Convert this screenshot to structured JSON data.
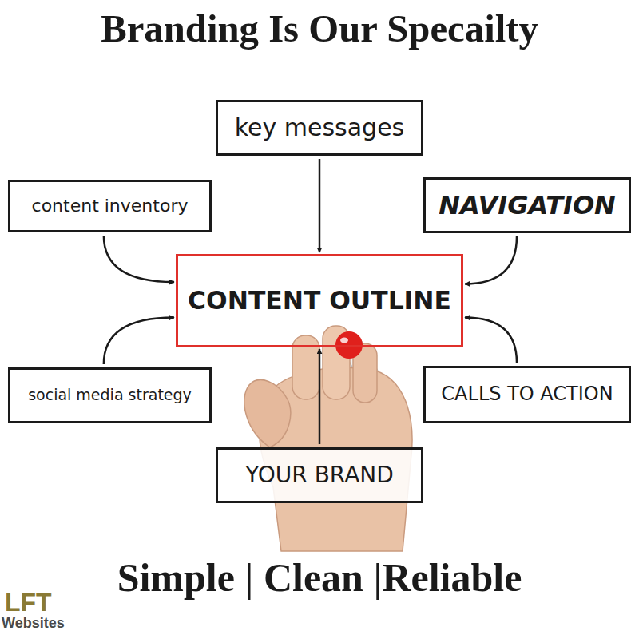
{
  "diagram": {
    "title": "Branding Is Our Specailty",
    "caption": "Simple | Clean |Reliable",
    "nodes": [
      {
        "text": [
          "key messages"
        ]
      },
      {
        "text": [
          "content inventory"
        ]
      },
      {
        "text": [
          "NAVIGATION"
        ]
      },
      {
        "text": [
          "CONTENT OUTLINE"
        ]
      },
      {
        "text": [
          "social media strategy"
        ]
      },
      {
        "text": [
          "CALLS TO ACTION"
        ]
      },
      {
        "text": [
          "YOUR BRAND"
        ]
      }
    ],
    "edges": [
      {
        "from": 0,
        "to": 3,
        "arrow": "to"
      },
      {
        "from": 1,
        "to": 3,
        "arrow": "to"
      },
      {
        "from": 2,
        "to": 3,
        "arrow": "to"
      },
      {
        "from": 4,
        "to": 3,
        "arrow": "to"
      },
      {
        "from": 5,
        "to": 3,
        "arrow": "to"
      },
      {
        "from": 6,
        "to": 3,
        "arrow": "to"
      }
    ],
    "labels": [
      "LFT",
      "Websites"
    ]
  }
}
